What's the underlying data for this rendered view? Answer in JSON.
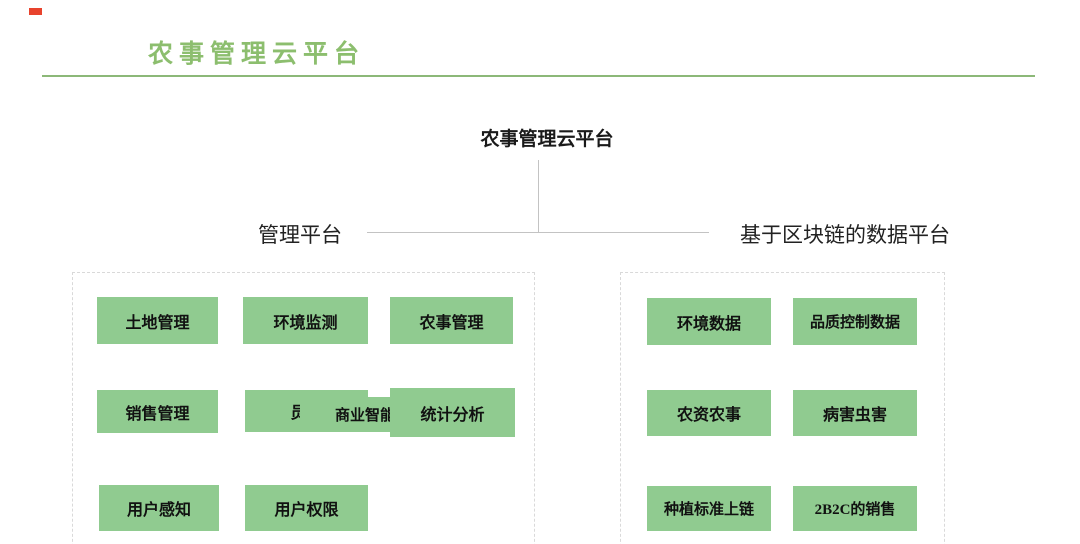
{
  "header": {
    "title": "农事管理云平台"
  },
  "tree": {
    "root_label": "农事管理云平台",
    "branches": [
      {
        "label": "管理平台"
      },
      {
        "label": "基于区块链的数据平台"
      }
    ]
  },
  "left_panel": {
    "boxes": [
      "土地管理",
      "环境监测",
      "农事管理",
      "销售管理",
      "员工",
      "商业智能",
      "统计分析",
      "用户感知",
      "用户权限"
    ]
  },
  "right_panel": {
    "boxes": [
      "环境数据",
      "品质控制数据",
      "农资农事",
      "病害虫害",
      "种植标准上链",
      "2B2C的销售"
    ]
  },
  "colors": {
    "title_green": "#8CBE6E",
    "rule_green": "#8CB878",
    "box_green": "#90CB90",
    "connector_gray": "#C3C3C3",
    "panel_dash_gray": "#D9D9D9",
    "corner_mark_red": "#E8432D"
  }
}
